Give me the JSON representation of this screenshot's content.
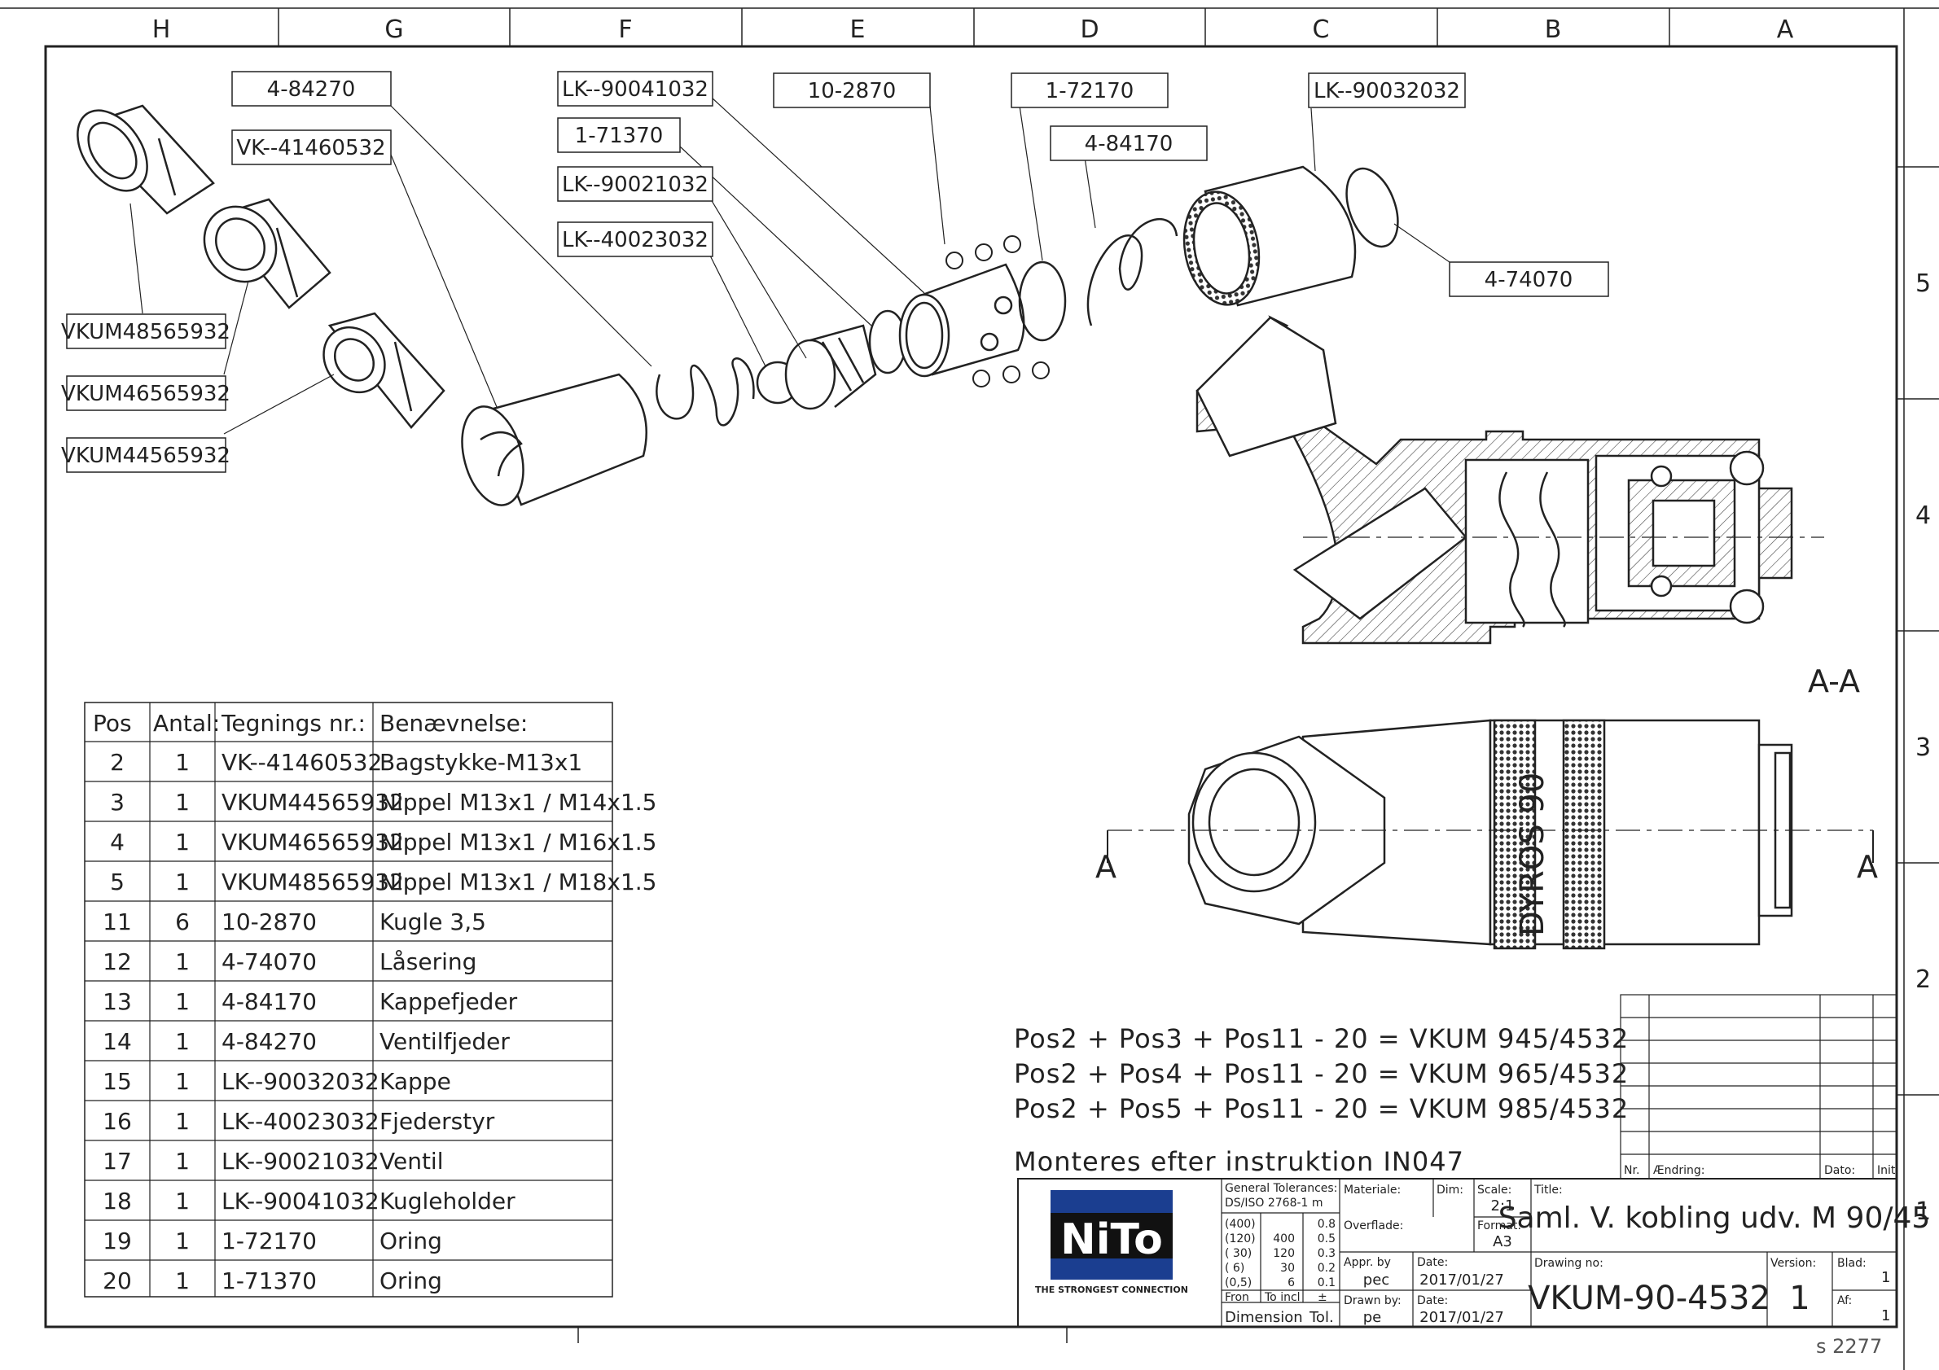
{
  "zones_top": [
    "H",
    "G",
    "F",
    "E",
    "D",
    "C",
    "B",
    "A"
  ],
  "zones_side": [
    "5",
    "4",
    "3",
    "2",
    "1"
  ],
  "callouts": {
    "c1": "4-84270",
    "c2": "VK--41460532",
    "c3": "LK--90041032",
    "c4": "1-71370",
    "c5": "LK--90021032",
    "c6": "LK--40023032",
    "c7": "10-2870",
    "c8": "1-72170",
    "c9": "4-84170",
    "c10": "LK--90032032",
    "c11": "4-74070",
    "c12": "VKUM48565932",
    "c13": "VKUM46565932",
    "c14": "VKUM44565932"
  },
  "section_label": "A-A",
  "section_marks": {
    "left": "A",
    "right": "A"
  },
  "engraving": "DYROS 90",
  "parts_table": {
    "headers": [
      "Pos",
      "Antal:",
      "Tegnings nr.:",
      "Benævnelse:"
    ],
    "rows": [
      [
        "2",
        "1",
        "VK--41460532",
        "Bagstykke-M13x1"
      ],
      [
        "3",
        "1",
        "VKUM44565932",
        "Nippel M13x1 / M14x1.5"
      ],
      [
        "4",
        "1",
        "VKUM46565932",
        "Nippel M13x1 / M16x1.5"
      ],
      [
        "5",
        "1",
        "VKUM48565932",
        "Nippel M13x1 / M18x1.5"
      ],
      [
        "11",
        "6",
        "10-2870",
        "Kugle 3,5"
      ],
      [
        "12",
        "1",
        "4-74070",
        "Låsering"
      ],
      [
        "13",
        "1",
        "4-84170",
        "Kappefjeder"
      ],
      [
        "14",
        "1",
        "4-84270",
        "Ventilfjeder"
      ],
      [
        "15",
        "1",
        "LK--90032032",
        "Kappe"
      ],
      [
        "16",
        "1",
        "LK--40023032",
        "Fjederstyr"
      ],
      [
        "17",
        "1",
        "LK--90021032",
        "Ventil"
      ],
      [
        "18",
        "1",
        "LK--90041032",
        "Kugleholder"
      ],
      [
        "19",
        "1",
        "1-72170",
        "Oring"
      ],
      [
        "20",
        "1",
        "1-71370",
        "Oring"
      ]
    ]
  },
  "formulas": [
    "Pos2 + Pos3 + Pos11 - 20 = VKUM 945/4532",
    "Pos2 + Pos4 + Pos11 - 20 = VKUM 965/4532",
    "Pos2 + Pos5 + Pos11 - 20 = VKUM 985/4532"
  ],
  "instruction": "Monteres efter instruktion IN047",
  "revision_headers": {
    "nr": "Nr.",
    "change": "Ændring:",
    "date": "Dato:",
    "init": "Init"
  },
  "title_block": {
    "logo_text": "NiTo",
    "logo_tagline": "THE STRONGEST CONNECTION",
    "gen_tol_label": "General Tolerances:",
    "gen_tol_std": "DS/ISO 2768-1 m",
    "tol_col1": [
      "(400)",
      "(120)",
      "( 30)",
      "( 6)",
      "(0,5)"
    ],
    "tol_col2": [
      "",
      "400",
      "120",
      "30",
      "6"
    ],
    "tol_col3": [
      "0.8",
      "0.5",
      "0.3",
      "0.2",
      "0.1"
    ],
    "from_label": "Fron",
    "toincl_label": "To incl",
    "pm_label": "±",
    "dimension_label": "Dimension",
    "tol_label": "Tol.",
    "material_label": "Materiale:",
    "dim_label": "Dim:",
    "scale_label": "Scale:",
    "scale_value": "2:1",
    "surface_label": "Overflade:",
    "format_label": "Format:",
    "format_value": "A3",
    "appr_label": "Appr. by",
    "appr_value": "pec",
    "date_label1": "Date:",
    "date_value1": "2017/01/27",
    "drawn_label": "Drawn by:",
    "drawn_value": "pe",
    "date_label2": "Date:",
    "date_value2": "2017/01/27",
    "title_label": "Title:",
    "title_value": "Saml. V. kobling udv. M 90/45",
    "drawing_no_label": "Drawing no:",
    "drawing_no_value": "VKUM-90-4532",
    "version_label": "Version:",
    "version_value": "1",
    "sheet_label": "Blad:",
    "sheet_value": "1",
    "of_label": "Af:",
    "of_value": "1"
  },
  "sheet_id": "s 2277"
}
